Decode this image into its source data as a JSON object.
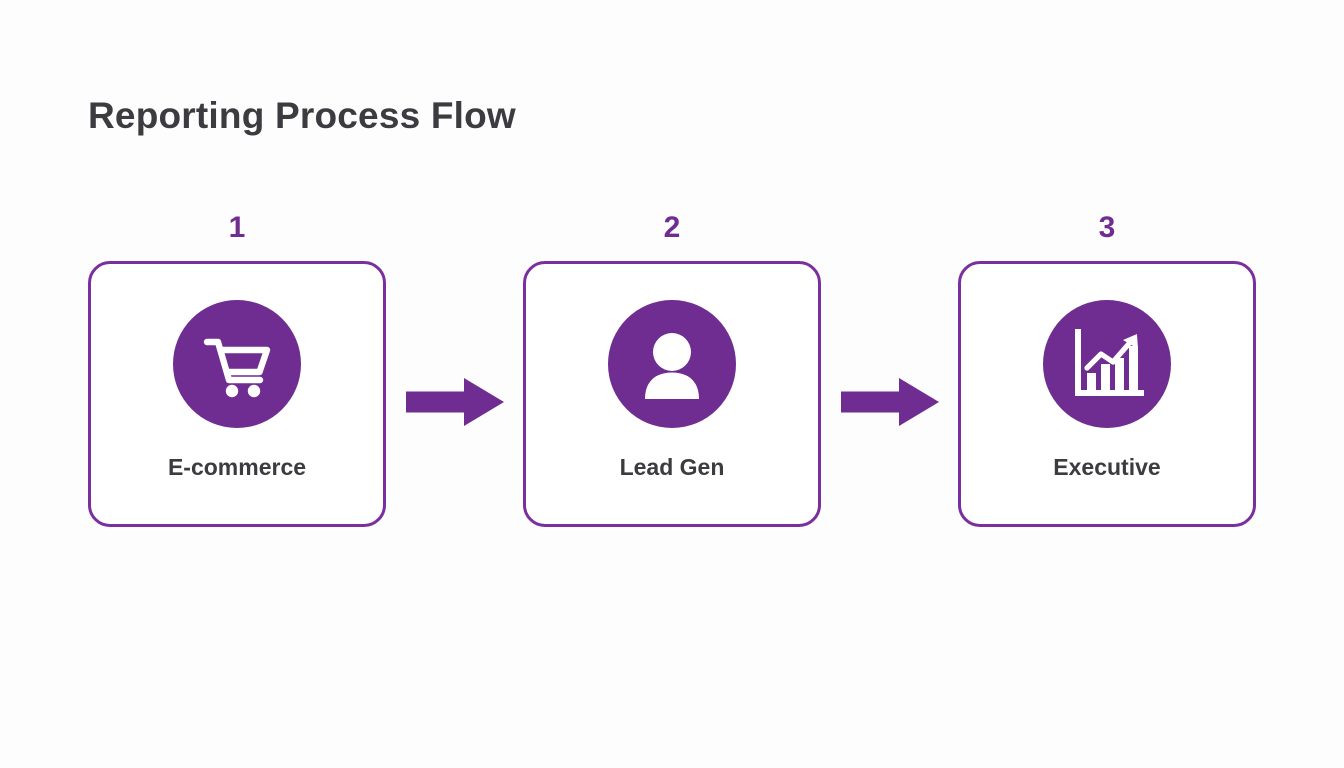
{
  "page": {
    "title": "Reporting Process Flow",
    "background_color": "#fdfdfe",
    "accent_color": "#6f2c91",
    "border_color": "#7b2f9e",
    "text_color": "#3b3b40"
  },
  "flow": {
    "steps": [
      {
        "number": "1",
        "label": "E-commerce",
        "icon": "shopping-cart-icon"
      },
      {
        "number": "2",
        "label": "Lead Gen",
        "icon": "user-person-icon"
      },
      {
        "number": "3",
        "label": "Executive",
        "icon": "bar-chart-trending-up-icon"
      }
    ],
    "connectors": [
      {
        "icon": "arrow-right-icon"
      },
      {
        "icon": "arrow-right-icon"
      }
    ]
  }
}
